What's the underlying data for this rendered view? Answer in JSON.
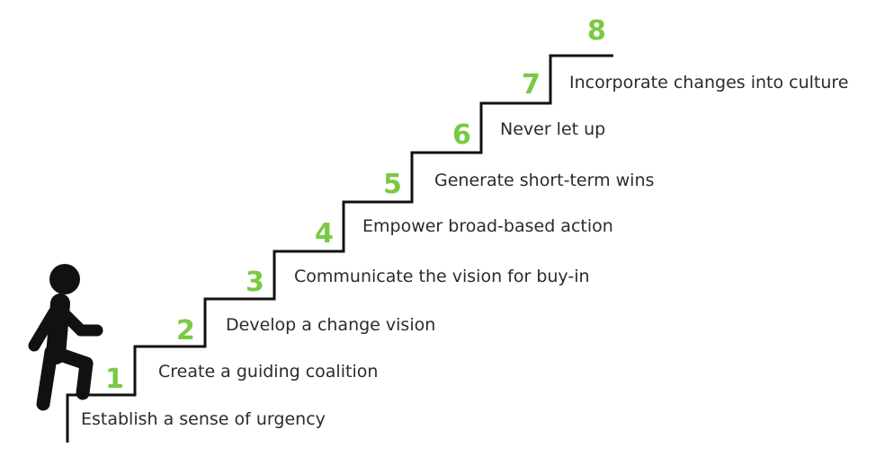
{
  "diagram": {
    "accent_color": "#7ac943",
    "line_color": "#111111",
    "figure": {
      "icon": "walking-person-icon"
    },
    "steps": [
      {
        "number": "1",
        "label": "Establish a sense of urgency"
      },
      {
        "number": "2",
        "label": "Create a guiding coalition"
      },
      {
        "number": "3",
        "label": "Develop a change vision"
      },
      {
        "number": "4",
        "label": "Communicate the vision for buy-in"
      },
      {
        "number": "5",
        "label": "Empower broad-based action"
      },
      {
        "number": "6",
        "label": "Generate short-term wins"
      },
      {
        "number": "7",
        "label": "Never let up"
      },
      {
        "number": "8",
        "label": "Incorporate changes into culture"
      }
    ]
  }
}
